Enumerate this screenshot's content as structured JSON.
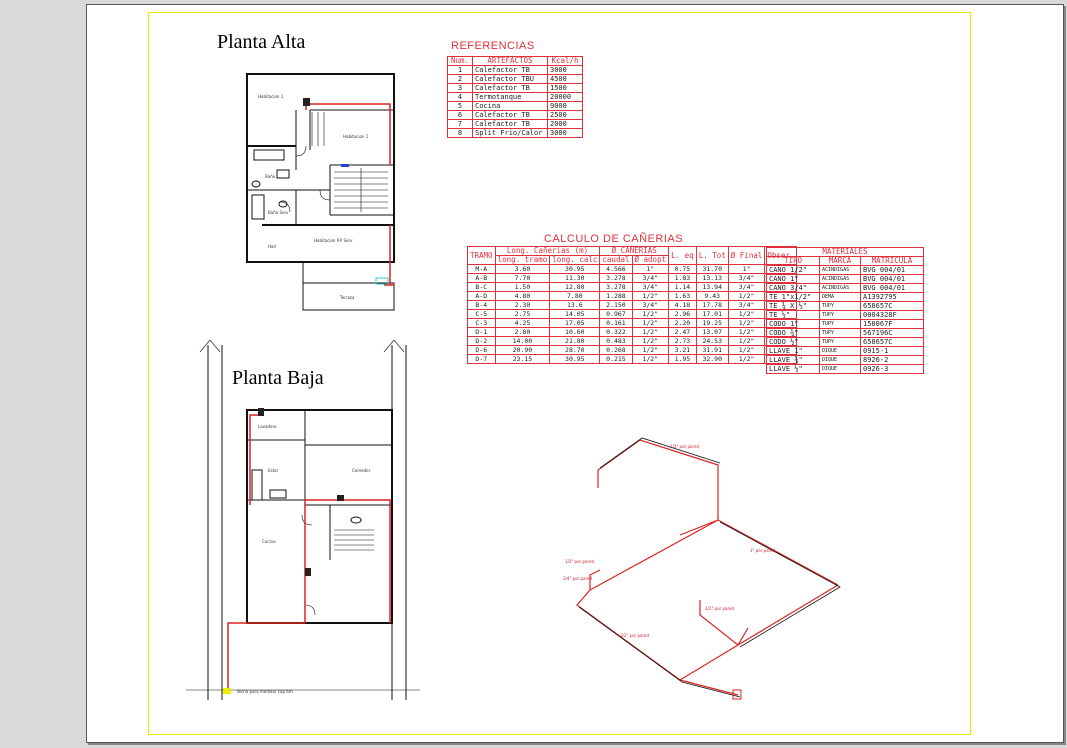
{
  "titles": {
    "planta_alta": "Planta Alta",
    "planta_baja": "Planta Baja"
  },
  "referencias": {
    "title": "REFERENCIAS",
    "headers": [
      "Num.",
      "ARTEFACTOS",
      "Kcal/h"
    ],
    "rows": [
      [
        "1",
        "Calefactor TB",
        "3000"
      ],
      [
        "2",
        "Calefactor TBU",
        "4500"
      ],
      [
        "3",
        "Calefactor TB",
        "1500"
      ],
      [
        "4",
        "Termotanque",
        "20000"
      ],
      [
        "5",
        "Cocina",
        "9000"
      ],
      [
        "6",
        "Calefactor TB",
        "2500"
      ],
      [
        "7",
        "Calefactor TB",
        "2000"
      ],
      [
        "8",
        "Split Frio/Calor",
        "3000"
      ]
    ]
  },
  "calculo": {
    "title": "CALCULO DE CAÑERIAS",
    "group_headers": {
      "long": "Long. Cañerias (m)",
      "caneria": "Ø CAÑERIAS"
    },
    "headers": [
      "TRAMO",
      "long. tramo",
      "long. calc",
      "caudal",
      "Ø adopt",
      "L. eq",
      "L. Tot",
      "Ø Final",
      "Obser."
    ],
    "rows": [
      [
        "M-A",
        "3.60",
        "30.95",
        "4.566",
        "1\"",
        "0.75",
        "31.70",
        "1\""
      ],
      [
        "A-B",
        "7.70",
        "11.30",
        "3.278",
        "3/4\"",
        "1.83",
        "13.13",
        "3/4\""
      ],
      [
        "B-C",
        "1.50",
        "12.80",
        "3.278",
        "3/4\"",
        "1.14",
        "13.94",
        "3/4\""
      ],
      [
        "A-D",
        "4.80",
        "7.80",
        "1.288",
        "1/2\"",
        "1.63",
        "9.43",
        "1/2\""
      ],
      [
        "B-4",
        "2.30",
        "13.6",
        "2.150",
        "3/4\"",
        "4.18",
        "17.78",
        "3/4\""
      ],
      [
        "C-5",
        "2.75",
        "14.05",
        "0.967",
        "1/2\"",
        "2.96",
        "17.01",
        "1/2\""
      ],
      [
        "C-3",
        "4.25",
        "17.05",
        "0.161",
        "1/2\"",
        "2.20",
        "19.25",
        "1/2\""
      ],
      [
        "D-1",
        "2.80",
        "10.60",
        "0.322",
        "1/2\"",
        "2.47",
        "13.07",
        "1/2\""
      ],
      [
        "D-2",
        "14.00",
        "21.80",
        "0.483",
        "1/2\"",
        "2.73",
        "24.53",
        "1/2\""
      ],
      [
        "D-6",
        "20.90",
        "28.70",
        "0.268",
        "1/2\"",
        "3.21",
        "31.91",
        "1/2\""
      ],
      [
        "D-7",
        "23.15",
        "30.95",
        "0.215",
        "1/2\"",
        "1.95",
        "32.90",
        "1/2\""
      ]
    ]
  },
  "materiales": {
    "title": "MATERIALES",
    "headers": [
      "TIPO",
      "MARCA",
      "MATRICULA"
    ],
    "rows": [
      [
        "CAÑO 1/2\"",
        "ACINDIGAS",
        "BVG 004/01"
      ],
      [
        "CAÑO 1\"",
        "ACINDIGAS",
        "BVG 004/01"
      ],
      [
        "CAÑO 3/4\"",
        "ACINDIGAS",
        "BVG 004/01"
      ],
      [
        "TE 1\"x1/2\"",
        "DEMA",
        "A1392795"
      ],
      [
        "TE ¾ X ½\"",
        "TUPY",
        "658657C"
      ],
      [
        "TE ½\"",
        "TUPY",
        "0004328F"
      ],
      [
        "CODO 1\"",
        "TUPY",
        "158067F"
      ],
      [
        "CODO ¾\"",
        "TUPY",
        "567196C"
      ],
      [
        "CODO ½\"",
        "TUPY",
        "658657C"
      ],
      [
        "LLAVE 1\"",
        "DIQUE",
        "0915-1"
      ],
      [
        "LLAVE ¾\"",
        "DIQUE",
        "8926-2"
      ],
      [
        "LLAVE ½\"",
        "DIQUE",
        "0926-3"
      ]
    ]
  },
  "plan_labels": {
    "habitacion1": "Habitacion 1",
    "habitacion2": "Habitacion 1",
    "bano": "Baño",
    "bano_serv": "Baño Serv",
    "hall": "Hall",
    "dormitorio": "Habitacion P.P Serv",
    "terraza": "Terraza",
    "lavadero": "Lavadero",
    "estar": "Estar",
    "comedor": "Comedor",
    "cocina": "Cocina",
    "nota_medidor": "Nicho para medidor cap 6m"
  },
  "iso_labels": [
    "1/2\" por pared",
    "3/4\" por pared",
    "1\" por pared",
    "1/2\" por pared",
    "1/2\" por pared",
    "1/2\" por pared"
  ]
}
